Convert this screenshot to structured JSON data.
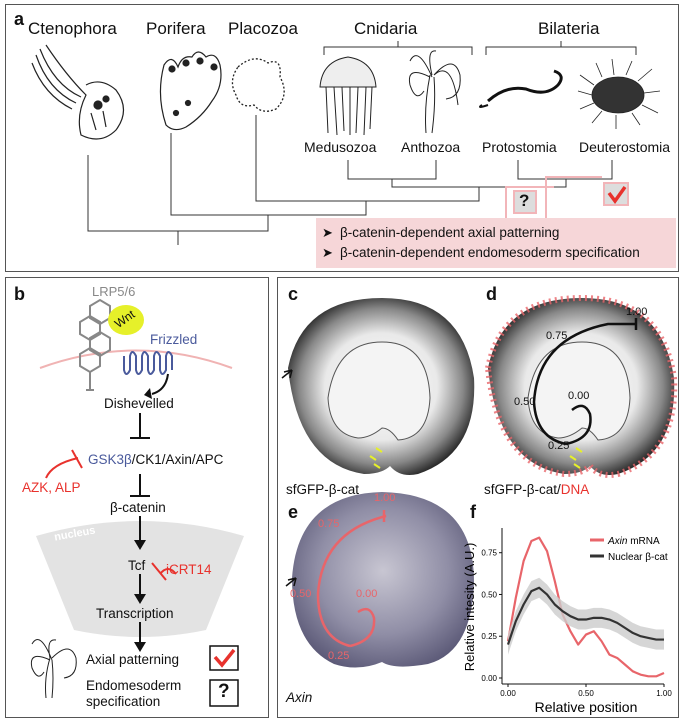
{
  "panel_a": {
    "label": "a",
    "taxa": [
      "Ctenophora",
      "Porifera",
      "Placozoa",
      "Cnidaria",
      "Bilateria"
    ],
    "subtaxa": [
      "Medusozoa",
      "Anthozoa",
      "Protostomia",
      "Deuterostomia"
    ],
    "question_mark": "?",
    "legend": [
      "β-catenin-dependent axial patterning",
      "β-catenin-dependent endomesoderm specification"
    ],
    "legend_bullet": "➤",
    "colors": {
      "pink_box": "#f6d6d8",
      "pink_line": "#f2b5b9",
      "check_red": "#e8322d"
    }
  },
  "panel_b": {
    "label": "b",
    "receptor": "LRP5/6",
    "ligand": "Wnt",
    "frizzled": "Frizzled",
    "dishevelled": "Dishevelled",
    "complex_gsk": "GSK3β",
    "complex_rest": "/CK1/Axin/APC",
    "inhibitor1": "AZK, ALP",
    "beta_catenin": "β-catenin",
    "nucleus": "nucleus",
    "tcf": "Tcf",
    "inhibitor2": "iCRT14",
    "transcription": "Transcription",
    "axial": "Axial patterning",
    "endo_line1": "Endomesoderm",
    "endo_line2": "specification",
    "question_mark": "?",
    "colors": {
      "wnt": "#e6f02a",
      "frizzled": "#4a5a9c",
      "red": "#e8322d",
      "gsk": "#4a5a9c"
    }
  },
  "panel_c": {
    "label": "c",
    "caption": "sfGFP-β-cat"
  },
  "panel_d": {
    "label": "d",
    "caption_main": "sfGFP-β-cat/",
    "caption_red": "DNA",
    "positions": [
      "1.00",
      "0.75",
      "0.50",
      "0.00",
      "0.25"
    ]
  },
  "panel_e": {
    "label": "e",
    "caption": "Axin",
    "positions": [
      "1.00",
      "0.75",
      "0.50",
      "0.00",
      "0.25"
    ]
  },
  "panel_f": {
    "label": "f",
    "chart_data": {
      "type": "line",
      "xlabel": "Relative position",
      "ylabel": "Relative intesity (A.U.)",
      "xlim": [
        0,
        1
      ],
      "ylim": [
        0,
        0.85
      ],
      "xticks": [
        "0.00",
        "0.50",
        "1.00"
      ],
      "yticks": [
        "0.00",
        "0.25",
        "0.50",
        "0.75"
      ],
      "legend_position": "top-right",
      "series": [
        {
          "name_italic": "Axin",
          "name_rest": " mRNA",
          "color": "#e8656a",
          "x": [
            0.0,
            0.05,
            0.1,
            0.15,
            0.2,
            0.25,
            0.3,
            0.35,
            0.4,
            0.45,
            0.5,
            0.55,
            0.6,
            0.65,
            0.7,
            0.75,
            0.8,
            0.85,
            0.9,
            0.95,
            1.0
          ],
          "y": [
            0.22,
            0.48,
            0.7,
            0.82,
            0.84,
            0.76,
            0.58,
            0.38,
            0.28,
            0.2,
            0.26,
            0.28,
            0.22,
            0.14,
            0.12,
            0.08,
            0.04,
            0.02,
            0.01,
            0.01,
            0.03
          ]
        },
        {
          "name": "Nuclear β-cat",
          "color": "#333333",
          "x": [
            0.0,
            0.05,
            0.1,
            0.15,
            0.2,
            0.25,
            0.3,
            0.35,
            0.4,
            0.45,
            0.5,
            0.55,
            0.6,
            0.65,
            0.7,
            0.75,
            0.8,
            0.85,
            0.9,
            0.95,
            1.0
          ],
          "y": [
            0.2,
            0.34,
            0.44,
            0.52,
            0.54,
            0.5,
            0.44,
            0.4,
            0.37,
            0.35,
            0.35,
            0.36,
            0.36,
            0.35,
            0.33,
            0.3,
            0.27,
            0.25,
            0.24,
            0.23,
            0.23
          ],
          "band": 0.06
        }
      ]
    }
  }
}
